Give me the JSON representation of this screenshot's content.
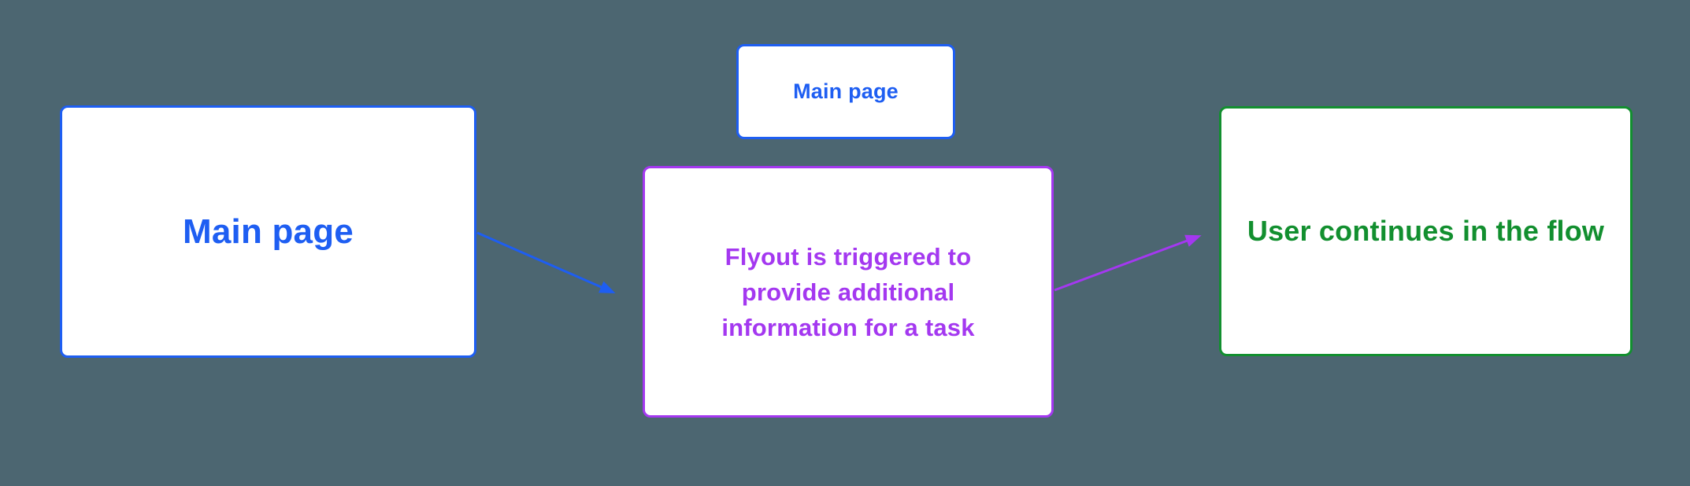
{
  "diagram": {
    "background_color": "#4C6671",
    "nodes": {
      "main_page": {
        "label": "Main page",
        "text_color": "#1E5EF2",
        "border_color": "#1E5EF2",
        "fill_color": "#FFFFFF"
      },
      "main_page_small": {
        "label": "Main page",
        "text_color": "#1E5EF2",
        "border_color": "#1E5EF2",
        "fill_color": "#FFFFFF"
      },
      "flyout": {
        "label": "Flyout is triggered to provide additional information for a task",
        "text_color": "#A438F0",
        "border_color": "#A438F0",
        "fill_color": "#FFFFFF"
      },
      "user_continues": {
        "label": "User continues in the flow",
        "text_color": "#128F2F",
        "border_color": "#128F2F",
        "fill_color": "#FFFFFF"
      }
    },
    "connectors": [
      {
        "name": "main-page-to-flyout",
        "color": "#1E5EF2",
        "direction": "down-right"
      },
      {
        "name": "flyout-to-user-continues",
        "color": "#A438F0",
        "direction": "up-right"
      }
    ]
  }
}
